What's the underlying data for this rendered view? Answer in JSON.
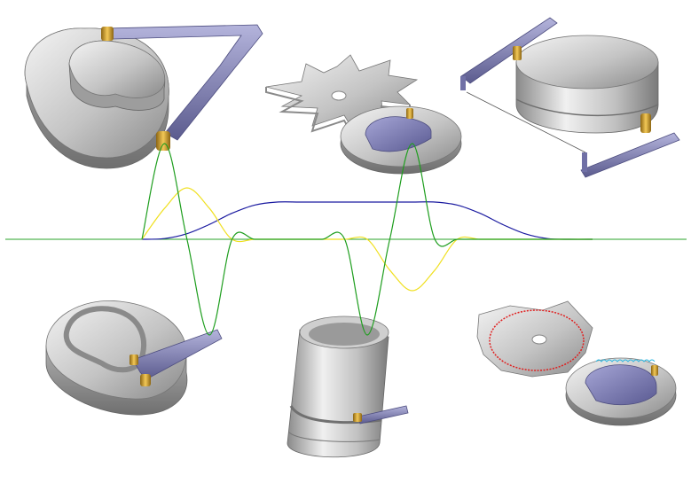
{
  "figure": {
    "background": "#ffffff",
    "axis_color": "#2aa32a",
    "colors": {
      "metal_light": "#e6e6e6",
      "metal_mid": "#bdbdbd",
      "metal_dark": "#8f8f8f",
      "follower_arm": "#8585b8",
      "follower_arm_dark": "#5b5b8e",
      "roller_gold": "#d4a02a",
      "roller_gold_dark": "#8c6512",
      "cam_blue": "#7a7ab0",
      "red_profile": "#e02020",
      "cyan_profile": "#30b8e0"
    }
  },
  "chart_data": {
    "type": "line",
    "description_free": true,
    "x": [
      0,
      0.05,
      0.1,
      0.15,
      0.2,
      0.25,
      0.3,
      0.35,
      0.4,
      0.45,
      0.5,
      0.55,
      0.6,
      0.65,
      0.7,
      0.75,
      0.8,
      0.85,
      0.9,
      0.95,
      1.0
    ],
    "series": [
      {
        "key": "displacement",
        "color": "#1a1aa0",
        "y": [
          0,
          0.02,
          0.15,
          0.4,
          0.7,
          0.92,
          1.0,
          1.0,
          1.0,
          1.0,
          1.0,
          1.0,
          1.0,
          1.0,
          0.92,
          0.7,
          0.4,
          0.15,
          0.02,
          0,
          0
        ]
      },
      {
        "key": "velocity",
        "color": "#f0e020",
        "y": [
          0,
          0.6,
          1.0,
          0.6,
          0,
          0,
          0,
          0,
          0,
          0,
          0,
          -0.6,
          -1.0,
          -0.6,
          0,
          0,
          0,
          0,
          0,
          0,
          0
        ]
      },
      {
        "key": "acceleration",
        "color": "#1e9e1e",
        "y": [
          0,
          1.0,
          0,
          -1.0,
          0,
          0,
          0,
          0,
          0,
          0,
          -1.0,
          0,
          1.0,
          0,
          0,
          0,
          0,
          0,
          0,
          0,
          0
        ]
      }
    ]
  }
}
